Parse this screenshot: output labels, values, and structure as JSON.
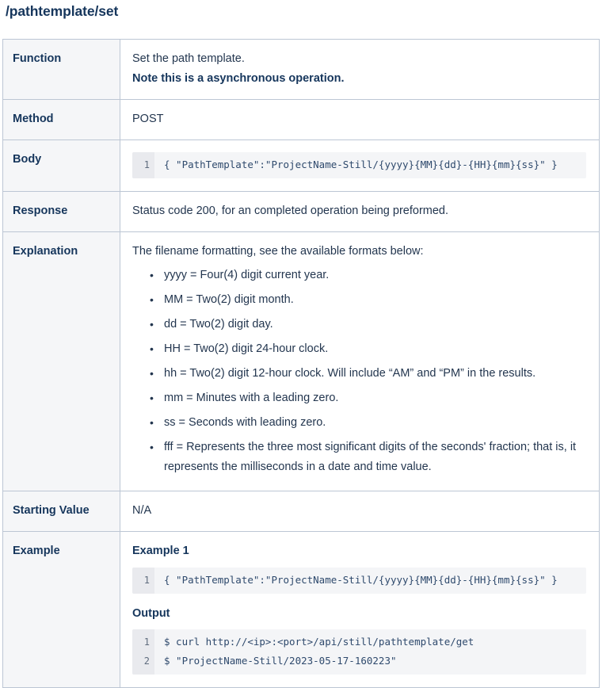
{
  "page": {
    "title": "/pathtemplate/set"
  },
  "table": {
    "rows": [
      {
        "label": "Function",
        "type": "text_pair",
        "line1": "Set the path template.",
        "line2": "Note this is a asynchronous operation."
      },
      {
        "label": "Method",
        "type": "text",
        "value": "POST"
      },
      {
        "label": "Body",
        "type": "code",
        "code_lines": [
          {
            "num": "1",
            "text": "{ \"PathTemplate\":\"ProjectName-Still/{yyyy}{MM}{dd}-{HH}{mm}{ss}\" }"
          }
        ]
      },
      {
        "label": "Response",
        "type": "text",
        "value": "Status code 200, for an completed operation being preformed."
      },
      {
        "label": "Explanation",
        "type": "list",
        "intro": "The filename formatting, see the available formats below:",
        "items": [
          "yyyy = Four(4) digit current year.",
          "MM = Two(2) digit month.",
          "dd = Two(2) digit day.",
          "HH = Two(2) digit 24-hour clock.",
          "hh = Two(2) digit 12-hour clock. Will include “AM” and “PM” in the results.",
          "mm = Minutes with a leading zero.",
          "ss = Seconds with leading zero.",
          "fff = Represents the three most significant digits of the seconds' fraction; that is, it represents the milliseconds in a date and time value."
        ]
      },
      {
        "label": "Starting Value",
        "type": "text",
        "value": "N/A"
      },
      {
        "label": "Example",
        "type": "example",
        "example_heading": "Example 1",
        "example_code_lines": [
          {
            "num": "1",
            "text": "{ \"PathTemplate\":\"ProjectName-Still/{yyyy}{MM}{dd}-{HH}{mm}{ss}\" }"
          }
        ],
        "output_heading": "Output",
        "output_code_lines": [
          {
            "num": "1",
            "text": "$ curl http://<ip>:<port>/api/still/pathtemplate/get"
          },
          {
            "num": "2",
            "text": "$ \"ProjectName-Still/2023-05-17-160223\""
          }
        ]
      }
    ]
  },
  "colors": {
    "title": "#16365c",
    "body_text": "#23364f",
    "table_border": "#bcc6d4",
    "label_bg": "#f5f6f8",
    "code_bg": "#f4f5f7",
    "code_gutter_bg": "#e9eaee",
    "code_text": "#2f4a6d"
  }
}
